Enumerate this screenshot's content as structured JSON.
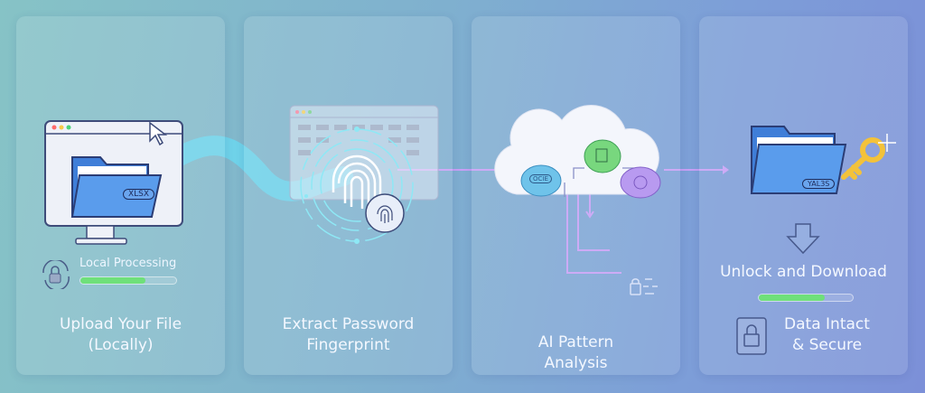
{
  "steps": [
    {
      "title_line1": "Upload Your File",
      "title_line2": "(Locally)",
      "status_label": "Local Processing",
      "progress": 0.68,
      "file_badge": "XLSX"
    },
    {
      "title_line1": "Extract Password",
      "title_line2": "Fingerprint"
    },
    {
      "title_line1": "AI Pattern",
      "title_line2": "Analysis",
      "brain_label": "OCIE"
    },
    {
      "title_line1": "Data Intact",
      "title_line2": "& Secure",
      "action_label": "Unlock and Download",
      "progress": 0.7,
      "file_badge": "YAL3S"
    }
  ],
  "colors": {
    "progress": "#6fe07a",
    "connector": "#c7a0f5",
    "folder": "#4f8ee6",
    "key": "#f3c23a"
  },
  "icons": [
    "monitor-icon",
    "folder-icon",
    "cursor-icon",
    "lock-sync-icon",
    "fingerprint-icon",
    "cloud-icon",
    "brain-icon",
    "lock-icon",
    "key-icon",
    "download-arrow-icon",
    "secure-drive-icon"
  ]
}
